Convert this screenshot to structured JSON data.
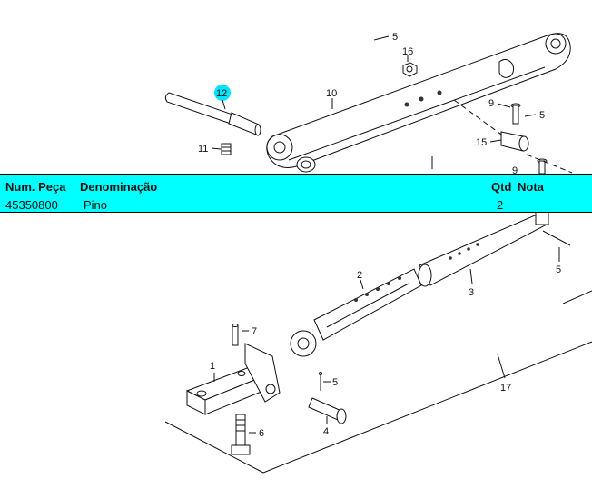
{
  "diagram": {
    "callouts": [
      {
        "id": "c5a",
        "text": "5"
      },
      {
        "id": "c16",
        "text": "16"
      },
      {
        "id": "c10",
        "text": "10"
      },
      {
        "id": "c12",
        "text": "12",
        "highlight": "#00e5ff"
      },
      {
        "id": "c9a",
        "text": "9"
      },
      {
        "id": "c5b",
        "text": "5"
      },
      {
        "id": "c11",
        "text": "11"
      },
      {
        "id": "c15",
        "text": "15"
      },
      {
        "id": "c9b",
        "text": "9"
      },
      {
        "id": "c5c",
        "text": "5"
      },
      {
        "id": "c2",
        "text": "2"
      },
      {
        "id": "c3",
        "text": "3"
      },
      {
        "id": "c7",
        "text": "7"
      },
      {
        "id": "c1",
        "text": "1"
      },
      {
        "id": "c5d",
        "text": "5"
      },
      {
        "id": "c17",
        "text": "17"
      },
      {
        "id": "c4",
        "text": "4"
      },
      {
        "id": "c6",
        "text": "6"
      }
    ]
  },
  "parts_table": {
    "background": "#00ffff",
    "headers": {
      "part_number": "Num. Peça",
      "description": "Denominação",
      "qty": "Qtd",
      "note": "Nota"
    },
    "rows": [
      {
        "part_number": "45350800",
        "description": "Pino",
        "qty": "2",
        "note": ""
      }
    ]
  }
}
